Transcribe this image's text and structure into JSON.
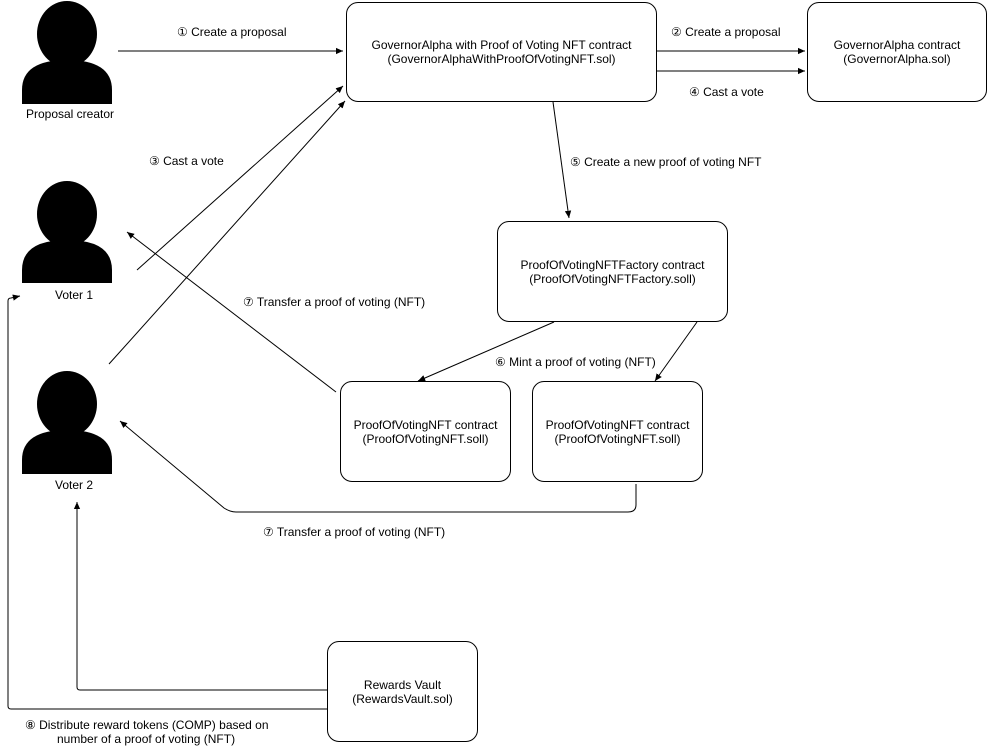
{
  "actors": {
    "proposal_creator": "Proposal creator",
    "voter1": "Voter 1",
    "voter2": "Voter 2"
  },
  "boxes": {
    "governor_alpha_pov": {
      "line1": "GovernorAlpha with Proof of Voting NFT contract",
      "line2": "(GovernorAlphaWithProofOfVotingNFT.sol)"
    },
    "governor_alpha": {
      "line1": "GovernorAlpha contract",
      "line2": "(GovernorAlpha.sol)"
    },
    "factory": {
      "line1": "ProofOfVotingNFTFactory contract",
      "line2": "(ProofOfVotingNFTFactory.soll)"
    },
    "nft_left": {
      "line1": "ProofOfVotingNFT contract",
      "line2": "(ProofOfVotingNFT.soll)"
    },
    "nft_right": {
      "line1": "ProofOfVotingNFT contract",
      "line2": "(ProofOfVotingNFT.soll)"
    },
    "rewards_vault": {
      "line1": "Rewards Vault",
      "line2": "(RewardsVault.sol)"
    }
  },
  "labels": {
    "step1": "① Create a proposal",
    "step2": "② Create a proposal",
    "step3": "③ Cast a vote",
    "step4": "④ Cast a vote",
    "step5": "⑤ Create a new proof of voting NFT",
    "step6": "⑥ Mint a proof of voting (NFT)",
    "step7a": "⑦ Transfer a proof of voting (NFT)",
    "step7b": "⑦ Transfer a proof of voting (NFT)",
    "step8_line1": "⑧ Distribute reward tokens (COMP) based on",
    "step8_line2": "number of a proof of voting (NFT)"
  },
  "colors": {
    "stroke": "#000000",
    "actor": "#000000",
    "background": "#ffffff"
  }
}
